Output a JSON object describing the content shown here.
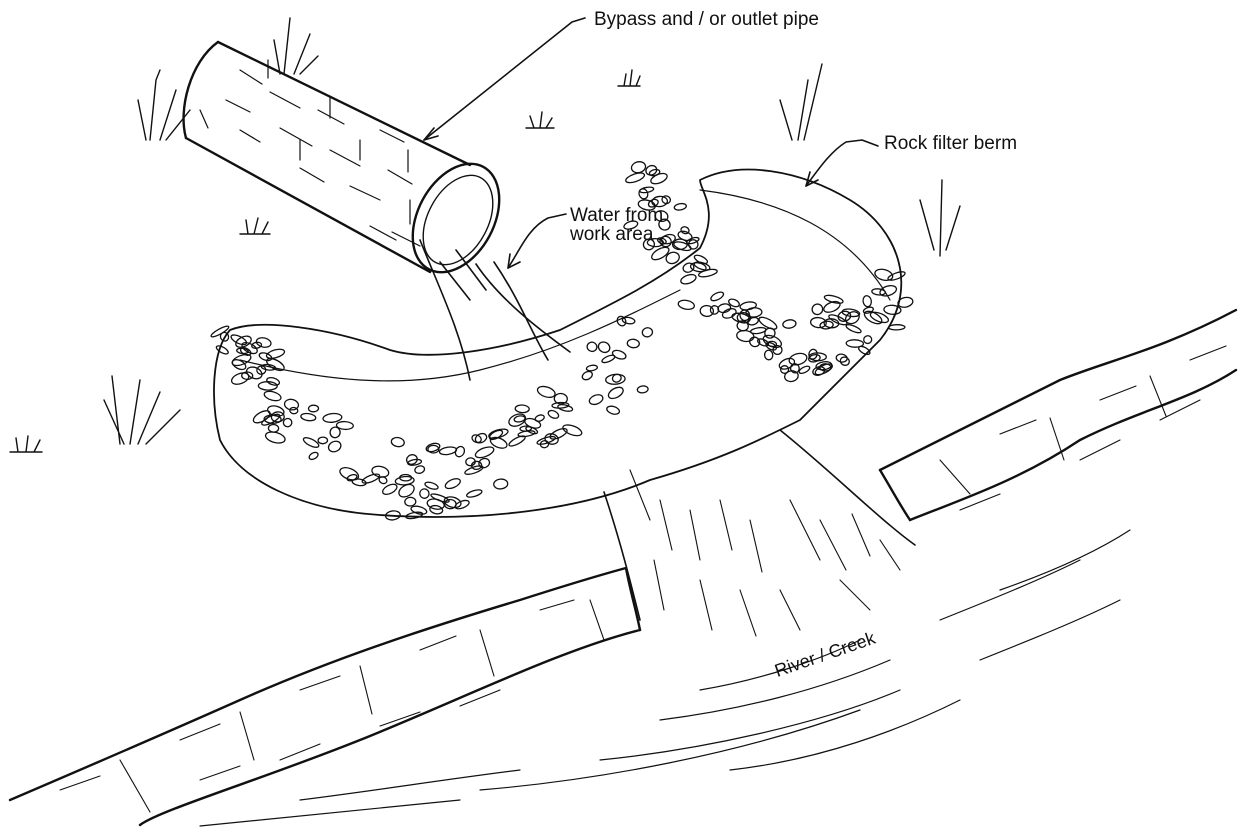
{
  "labels": {
    "pipe": "Bypass and / or outlet pipe",
    "berm": "Rock filter berm",
    "water_line1": "Water from",
    "water_line2": "work area",
    "river": "River / Creek"
  },
  "colors": {
    "ink": "#111111",
    "background": "#ffffff"
  }
}
